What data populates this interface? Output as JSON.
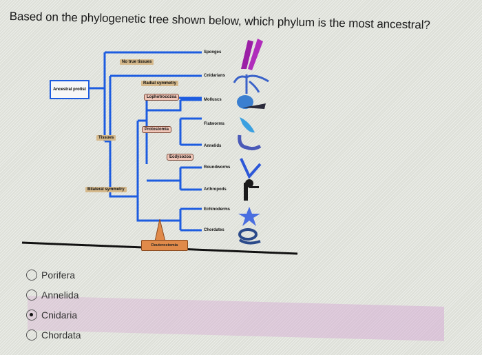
{
  "question": {
    "text": "Based on the phylogenetic tree shown below, which phylum is the most ancestral?"
  },
  "tree": {
    "root": "Ancestral protist",
    "tips": [
      {
        "label": "Sponges",
        "icon": "sponge-icon"
      },
      {
        "label": "Cnidarians",
        "icon": "jellyfish-icon"
      },
      {
        "label": "Molluscs",
        "icon": "snail-icon"
      },
      {
        "label": "Flatworms",
        "icon": "flatworm-icon"
      },
      {
        "label": "Annelids",
        "icon": "earthworm-icon"
      },
      {
        "label": "Roundworms",
        "icon": "roundworm-icon"
      },
      {
        "label": "Arthropods",
        "icon": "lobster-icon"
      },
      {
        "label": "Echinoderms",
        "icon": "starfish-icon"
      },
      {
        "label": "Chordates",
        "icon": "snake-icon"
      }
    ],
    "traits": {
      "no_true_tissues": "No true tissues",
      "tissues": "Tissues",
      "radial_symmetry": "Radial symmetry",
      "bilateral_symmetry": "Bilateral symmetry"
    },
    "clades": {
      "lophotrocozoa": "Lophotrocozoa",
      "protostomia": "Protostomia",
      "ecdysozoa": "Ecdysozoa",
      "deuterostomia": "Deuterostomia"
    },
    "colors": {
      "branch": "#1d5ce0",
      "trait_tag": "#d5b98c",
      "clade_callout": "#f0c6b8",
      "deuterostomia": "#e08a4a"
    }
  },
  "options": [
    {
      "label": "Porifera",
      "selected": false
    },
    {
      "label": "Annelida",
      "selected": false
    },
    {
      "label": "Cnidaria",
      "selected": true
    },
    {
      "label": "Chordata",
      "selected": false
    }
  ]
}
